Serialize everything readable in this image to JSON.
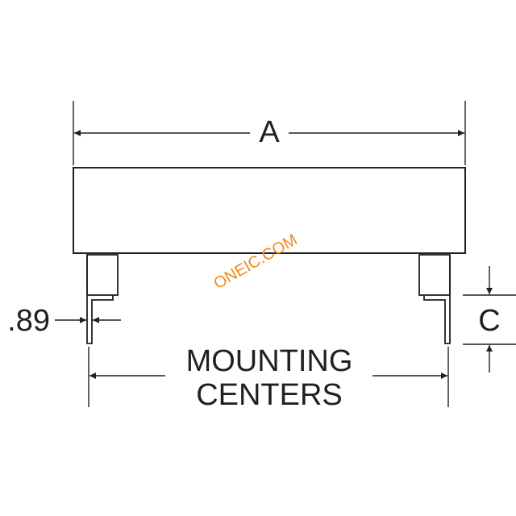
{
  "labels": {
    "width_dimension": "A",
    "lead_thickness": ".89",
    "lead_height_dimension": "C",
    "mounting_line1": "MOUNTING",
    "mounting_line2": "CENTERS"
  },
  "watermark": {
    "text": "ONEIC.COM",
    "color": "#f08a1c"
  },
  "colors": {
    "line": "#231f20",
    "background": "#ffffff"
  }
}
